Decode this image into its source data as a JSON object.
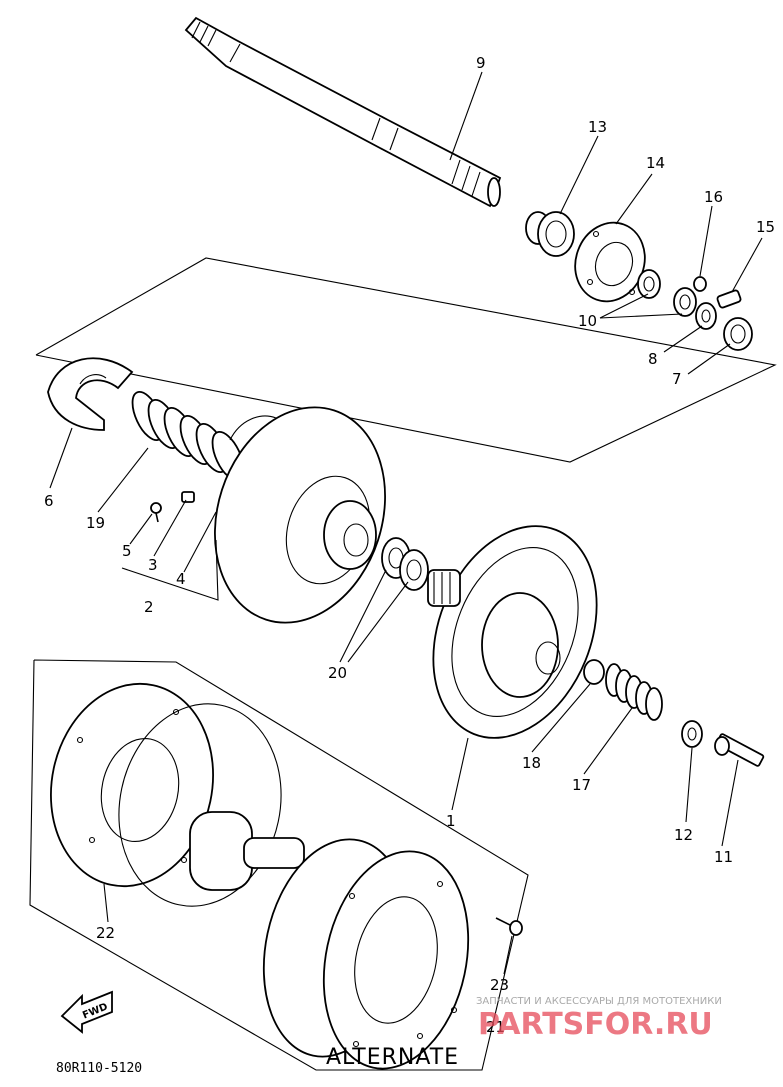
{
  "diagram": {
    "alternate_label": "ALTERNATE",
    "drawing_code": "80R110-5120",
    "direction_label": "FWD",
    "callouts": [
      "1",
      "2",
      "3",
      "4",
      "5",
      "6",
      "7",
      "8",
      "9",
      "10",
      "11",
      "12",
      "13",
      "14",
      "15",
      "16",
      "17",
      "18",
      "19",
      "20",
      "21",
      "22",
      "23"
    ]
  },
  "watermark": {
    "caption": "ЗАПЧАСТИ И АКСЕССУАРЫ ДЛЯ МОТОТЕХНИКИ",
    "site": "PARTSFOR.RU"
  },
  "colors": {
    "ink": "#000000",
    "paper": "#ffffff",
    "watermark_red": "#e64b5a",
    "watermark_gray": "#a9a9a9"
  }
}
